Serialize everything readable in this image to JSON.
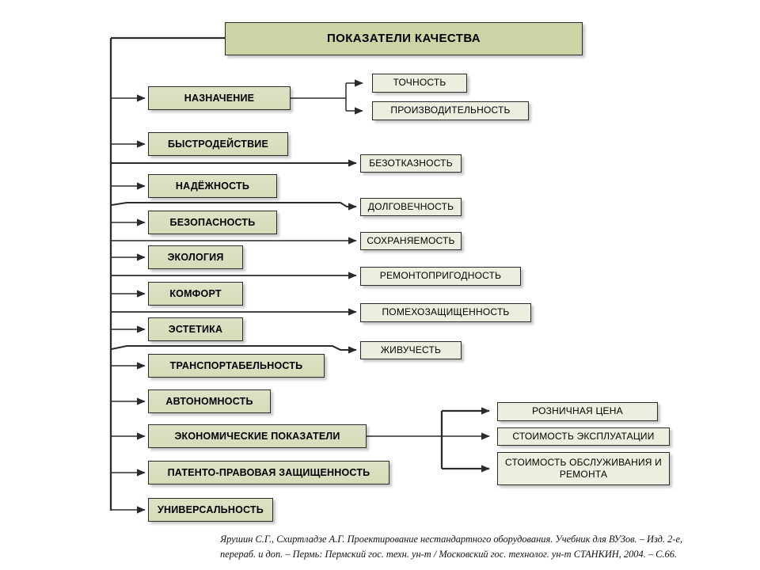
{
  "diagram": {
    "title": "ПОКАЗАТЕЛИ КАЧЕСТВА",
    "colors": {
      "root_fill": "#ccd3a4",
      "main_fill": "#dce0c3",
      "sub_fill": "#ecefdf",
      "border": "#2b2b2b",
      "line": "#2b2b2b",
      "background": "#ffffff"
    },
    "root": {
      "label": "ПОКАЗАТЕЛИ КАЧЕСТВА"
    },
    "main_nodes": [
      {
        "label": "НАЗНАЧЕНИЕ"
      },
      {
        "label": "БЫСТРОДЕЙСТВИЕ"
      },
      {
        "label": "НАДЁЖНОСТЬ"
      },
      {
        "label": "БЕЗОПАСНОСТЬ"
      },
      {
        "label": "ЭКОЛОГИЯ"
      },
      {
        "label": "КОМФОРТ"
      },
      {
        "label": "ЭСТЕТИКА"
      },
      {
        "label": "ТРАНСПОРТАБЕЛЬНОСТЬ"
      },
      {
        "label": "АВТОНОМНОСТЬ"
      },
      {
        "label": "ЭКОНОМИЧЕСКИЕ ПОКАЗАТЕЛИ"
      },
      {
        "label": "ПАТЕНТО-ПРАВОВАЯ ЗАЩИЩЕННОСТЬ"
      },
      {
        "label": "УНИВЕРСАЛЬНОСТЬ"
      }
    ],
    "sub_nodes": [
      {
        "label": "ТОЧНОСТЬ"
      },
      {
        "label": "ПРОИЗВОДИТЕЛЬНОСТЬ"
      },
      {
        "label": "БЕЗОТКАЗНОСТЬ"
      },
      {
        "label": "ДОЛГОВЕЧНОСТЬ"
      },
      {
        "label": "СОХРАНЯЕМОСТЬ"
      },
      {
        "label": "РЕМОНТОПРИГОДНОСТЬ"
      },
      {
        "label": "ПОМЕХОЗАЩИЩЕННОСТЬ"
      },
      {
        "label": "ЖИВУЧЕСТЬ"
      },
      {
        "label": "РОЗНИЧНАЯ ЦЕНА"
      },
      {
        "label": "СТОИМОСТЬ ЭКСПЛУАТАЦИИ"
      },
      {
        "label": "СТОИМОСТЬ ОБСЛУЖИВАНИЯ И РЕМОНТА"
      }
    ],
    "citation": {
      "line1": "Ярушин С.Г., Схиртладзе А.Г. Проектирование нестандартного оборудования. Учебник для ВУЗов. – Изд. 2-е,",
      "line2": "перераб. и доп. – Пермь: Пермский гос. техн. ун-т / Московский гос. технолог. ун-т СТАНКИН, 2004. – С.66."
    }
  }
}
